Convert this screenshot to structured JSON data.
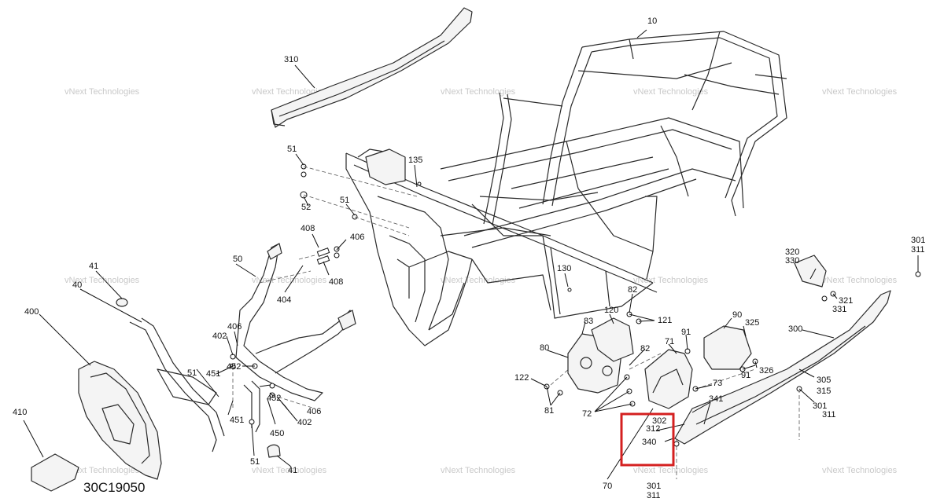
{
  "diagram_code": "30C19050",
  "watermark_text": "vNext Technologies",
  "callouts": {
    "c10": "10",
    "c310": "310",
    "c135": "135",
    "c51a": "51",
    "c52": "52",
    "c51b": "51",
    "c408a": "408",
    "c406a": "406",
    "c408b": "408",
    "c404": "404",
    "c50": "50",
    "c41a": "41",
    "c40": "40",
    "c400": "400",
    "c410": "410",
    "c406b": "406",
    "c402a": "402",
    "c452a": "452",
    "c451a": "451",
    "c51c": "51",
    "c451b": "451",
    "c452b": "452",
    "c450": "450",
    "c406c": "406",
    "c402b": "402",
    "c51d": "51",
    "c41b": "41",
    "c130": "130",
    "c82a": "82",
    "c120": "120",
    "c83": "83",
    "c121": "121",
    "c80": "80",
    "c82b": "82",
    "c71": "71",
    "c91": "91",
    "c90": "90",
    "c325": "325",
    "c122": "122",
    "c81": "81",
    "c72": "72",
    "c73": "73",
    "c91b": "91",
    "c326": "326",
    "c300": "300",
    "c302": "302",
    "c312": "312",
    "c340": "340",
    "c341": "341",
    "c70": "70",
    "c301a": "301",
    "c311a": "311",
    "c320": "320",
    "c330": "330",
    "c321": "321",
    "c331": "331",
    "c301b": "301",
    "c311b": "311",
    "c305": "305",
    "c315": "315",
    "c301c": "301",
    "c311c": "311"
  },
  "highlight": {
    "color": "#d42020"
  }
}
